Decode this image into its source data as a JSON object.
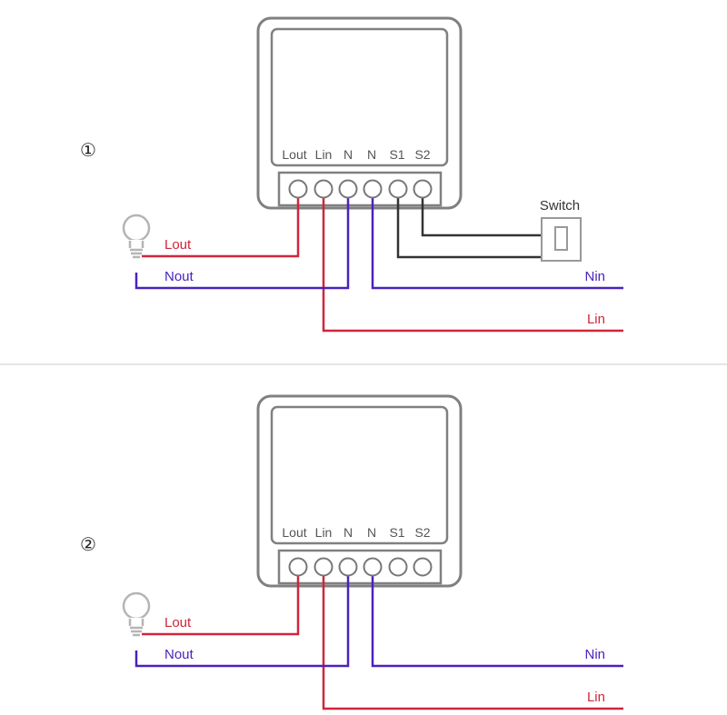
{
  "colors": {
    "red": "#d0253a",
    "blue": "#4a22bd",
    "dark": "#333333",
    "outline": "#808080",
    "label_gray": "#555555",
    "bulb": "#b5b5b5"
  },
  "diagram1": {
    "number": "①",
    "terminals": [
      "Lout",
      "Lin",
      "N",
      "N",
      "S1",
      "S2"
    ],
    "switch_label": "Switch",
    "wires": {
      "lout": "Lout",
      "nout": "Nout",
      "nin": "Nin",
      "lin": "Lin"
    }
  },
  "diagram2": {
    "number": "②",
    "terminals": [
      "Lout",
      "Lin",
      "N",
      "N",
      "S1",
      "S2"
    ],
    "wires": {
      "lout": "Lout",
      "nout": "Nout",
      "nin": "Nin",
      "lin": "Lin"
    }
  }
}
